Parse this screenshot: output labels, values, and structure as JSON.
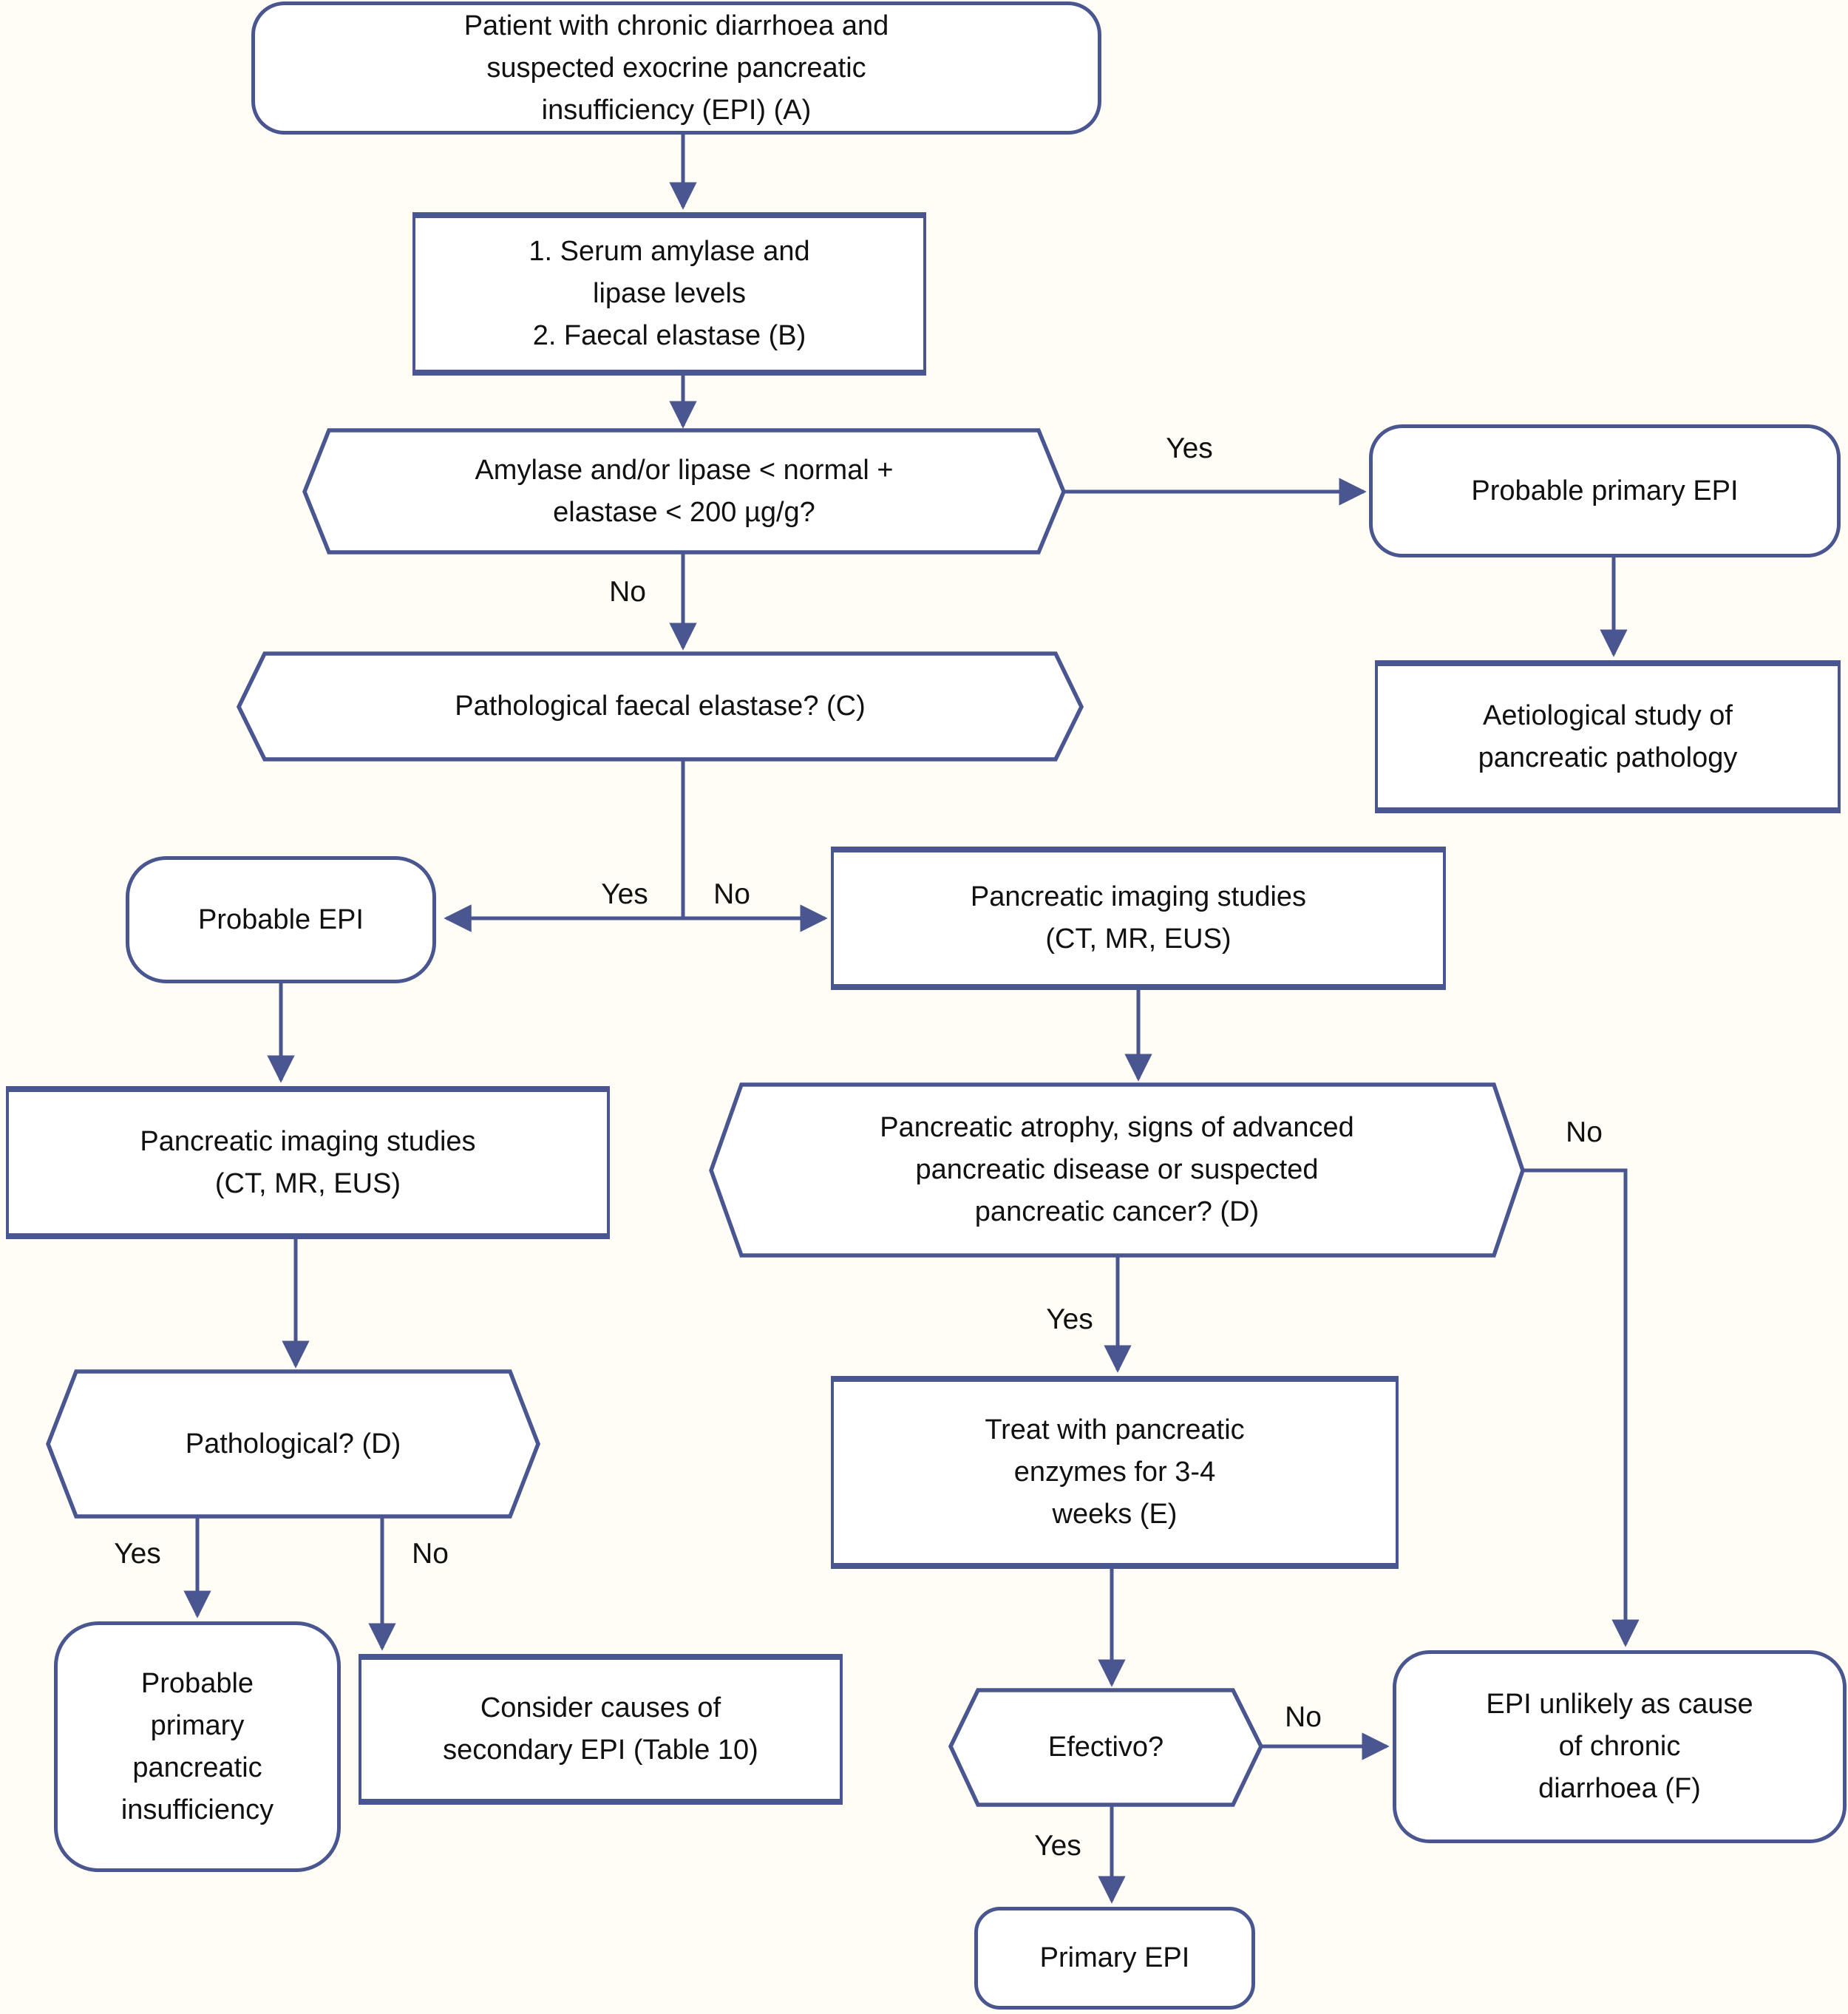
{
  "flowchart": {
    "nodes": {
      "patient": "Patient with chronic diarrhoea and\nsuspected exocrine pancreatic\ninsufficiency (EPI) (A)",
      "tests": "1. Serum amylase and\nlipase levels\n2. Faecal elastase (B)",
      "amylase_decision": "Amylase and/or lipase < normal +\nelastase < 200 µg/g?",
      "probable_primary_epi": "Probable primary EPI",
      "aetiological_study": "Aetiological study of\npancreatic pathology",
      "faecal_elastase_decision": "Pathological faecal elastase? (C)",
      "probable_epi": "Probable EPI",
      "imaging_right": "Pancreatic imaging studies\n(CT, MR, EUS)",
      "imaging_left": "Pancreatic imaging studies\n(CT, MR, EUS)",
      "pathological_decision": "Pathological? (D)",
      "atrophy_decision": "Pancreatic atrophy, signs of advanced\npancreatic disease or suspected\npancreatic cancer? (D)",
      "treat_enzymes": "Treat with pancreatic\nenzymes for 3-4\nweeks (E)",
      "probable_primary_pancreatic": "Probable\nprimary\npancreatic\ninsufficiency",
      "consider_secondary": "Consider causes of\nsecondary EPI (Table 10)",
      "efectivo_decision": "Efectivo?",
      "epi_unlikely": "EPI unlikely as cause\nof chronic\ndiarrhoea (F)",
      "primary_epi": "Primary EPI"
    },
    "edge_labels": {
      "yes_amylase": "Yes",
      "no_amylase": "No",
      "yes_elastase": "Yes",
      "no_elastase": "No",
      "yes_pathological": "Yes",
      "no_pathological": "No",
      "yes_atrophy": "Yes",
      "no_atrophy": "No",
      "yes_efectivo": "Yes",
      "no_efectivo": "No"
    },
    "colors": {
      "stroke": "#4a5690",
      "text": "#111111",
      "background": "#fffdf6",
      "shape_fill": "#ffffff"
    }
  }
}
